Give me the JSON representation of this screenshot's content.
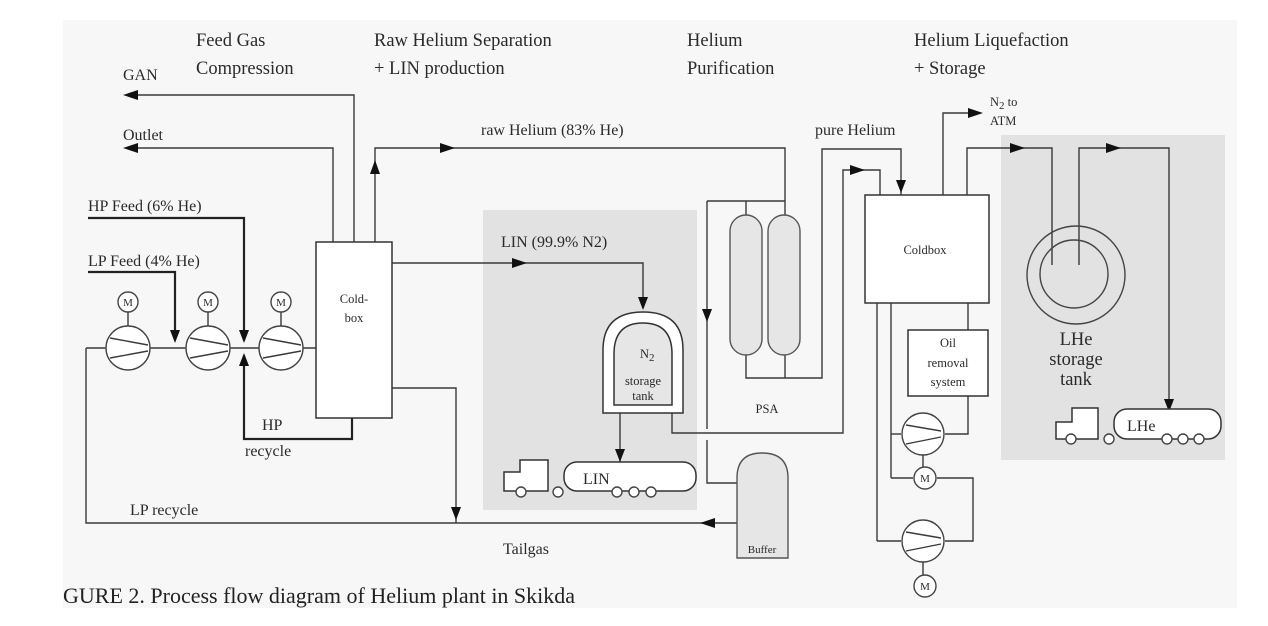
{
  "sections": {
    "feed_gas": [
      "Feed Gas",
      "Compression"
    ],
    "raw_helium": [
      "Raw Helium Separation",
      "+ LIN production"
    ],
    "purification": [
      "Helium",
      "Purification"
    ],
    "liquefaction": [
      "Helium Liquefaction",
      "+ Storage"
    ]
  },
  "streams": {
    "gan": "GAN",
    "outlet": "Outlet",
    "hp_feed": "HP Feed (6% He)",
    "lp_feed": "LP Feed (4% He)",
    "raw_helium": "raw Helium (83% He)",
    "pure_helium": "pure Helium",
    "lin_stream": "LIN (99.9% N2)",
    "n2_to_atm": [
      "N",
      "2",
      " to",
      "ATM"
    ],
    "hp_recycle": [
      "HP",
      "recycle"
    ],
    "lp_recycle": "LP  recycle",
    "tailgas": "Tailgas"
  },
  "equipment": {
    "coldbox_1": [
      "Cold-",
      "box"
    ],
    "coldbox_2": "Coldbox",
    "motor": "M",
    "n2_tank": [
      "N",
      "2",
      "storage",
      "tank"
    ],
    "lin_truck": "LIN",
    "psa": "PSA",
    "buffer": "Buffer",
    "oil_removal": [
      "Oil",
      "removal",
      "system"
    ],
    "lhe_tank": [
      "LHe",
      "storage",
      "tank"
    ],
    "lhe_truck": "LHe"
  },
  "caption": "GURE 2. Process flow diagram of Helium plant in Skikda"
}
